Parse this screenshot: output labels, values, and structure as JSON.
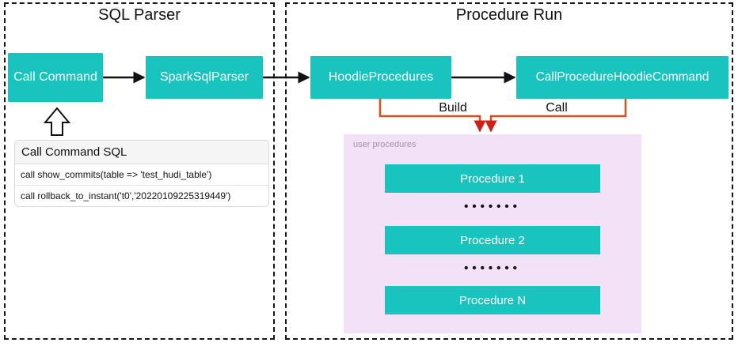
{
  "colors": {
    "teal": "#19c3be",
    "edge_black": "#111111",
    "connector_orange": "#d6501e",
    "arrowhead_red": "#d21e14",
    "user_procedures_bg": "#f3e2f7",
    "user_procedures_label": "#a292aa"
  },
  "regions": {
    "sql_parser": {
      "title": "SQL Parser"
    },
    "procedure_run": {
      "title": "Procedure Run"
    }
  },
  "nodes": {
    "call_command": "Call Command",
    "spark_sql_parser": "SparkSqlParser",
    "hoodie_procedures": "HoodieProcedures",
    "call_procedure_hoodie_command": "CallProcedureHoodieCommand"
  },
  "connectors": {
    "build_label": "Build",
    "call_label": "Call"
  },
  "sql_panel": {
    "title": "Call Command SQL",
    "rows": [
      "call show_commits(table => 'test_hudi_table')",
      "call rollback_to_instant('t0','20220109225319449')"
    ]
  },
  "user_procedures": {
    "label": "user procedures",
    "items": [
      "Procedure 1",
      "Procedure 2",
      "Procedure N"
    ],
    "dots": "•••••••"
  }
}
